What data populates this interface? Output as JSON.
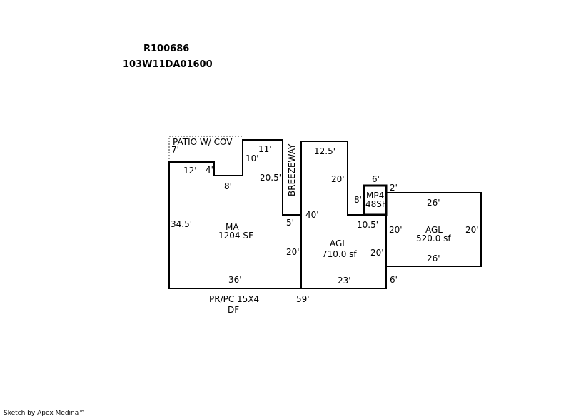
{
  "header": {
    "account": "R100686",
    "map_lot": "103W11DA01600"
  },
  "footer": "Sketch by Apex Medina™",
  "areas": {
    "patio": "PATIO W/ COV",
    "ma_name": "MA",
    "ma_size": "1204 SF",
    "breezeway": "BREEZEWAY",
    "agl1_name": "AGL",
    "agl1_size": "710.0 sf",
    "mp4_name": "MP4",
    "mp4_size": "48SF",
    "agl2_name": "AGL",
    "agl2_size": "520.0 sf",
    "pr_pc": "PR/PC 15X4",
    "df": "DF"
  },
  "dims": {
    "d7": "7'",
    "d12": "12'",
    "d4": "4'",
    "d8a": "8'",
    "d10": "10'",
    "d11": "11'",
    "d20_5": "20.5'",
    "d34_5": "34.5'",
    "d5": "5'",
    "d40": "40'",
    "d20a": "20'",
    "d36": "36'",
    "d59": "59'",
    "d12_5": "12.5'",
    "d20b": "20'",
    "d8b": "8'",
    "d6a": "6'",
    "d2": "2'",
    "d10_5": "10.5'",
    "d20c": "20'",
    "d20d": "20'",
    "d23": "23'",
    "d6b": "6'",
    "d26a": "26'",
    "d26b": "26'",
    "d20e": "20'"
  }
}
